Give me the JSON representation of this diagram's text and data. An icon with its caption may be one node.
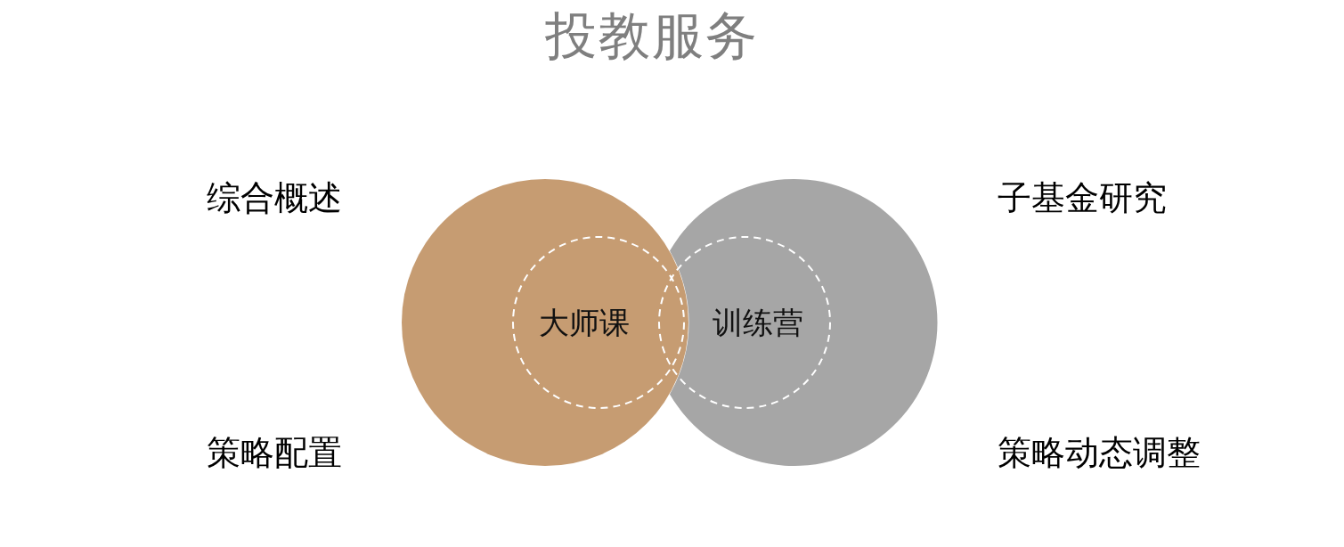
{
  "diagram": {
    "title": "投教服务",
    "nodes": [
      {
        "text": [],
        "shape": "circle"
      },
      {
        "text": [
          "大师课"
        ],
        "in": 0
      },
      {
        "text": [],
        "shape": "circle"
      },
      {
        "text": [
          "训练营"
        ],
        "in": 2
      }
    ],
    "labels": [
      "综合概述",
      "子基金研究",
      "策略配置",
      "策略动态调整"
    ]
  }
}
